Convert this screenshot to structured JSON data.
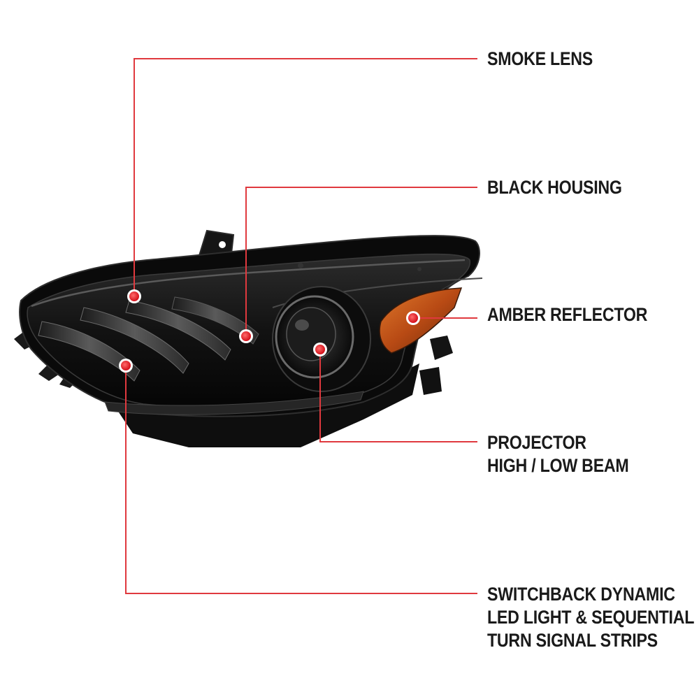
{
  "callouts": [
    {
      "id": "smoke-lens",
      "lines": [
        "SMOKE LENS"
      ]
    },
    {
      "id": "black-housing",
      "lines": [
        "BLACK HOUSING"
      ]
    },
    {
      "id": "amber-reflector",
      "lines": [
        "AMBER REFLECTOR"
      ]
    },
    {
      "id": "projector",
      "lines": [
        "PROJECTOR",
        "HIGH / LOW BEAM"
      ]
    },
    {
      "id": "switchback",
      "lines": [
        "SWITCHBACK DYNAMIC",
        "LED LIGHT & SEQUENTIAL",
        "TURN SIGNAL STRIPS"
      ]
    }
  ],
  "colors": {
    "leader_line": "#e0393e",
    "marker_dot": "#e8202a",
    "label_text": "#1a1a1a",
    "housing": "#0d0d0d",
    "amber": "#c4541a"
  },
  "icons": {
    "product": "headlight-assembly-icon",
    "marker": "callout-dot-icon"
  }
}
